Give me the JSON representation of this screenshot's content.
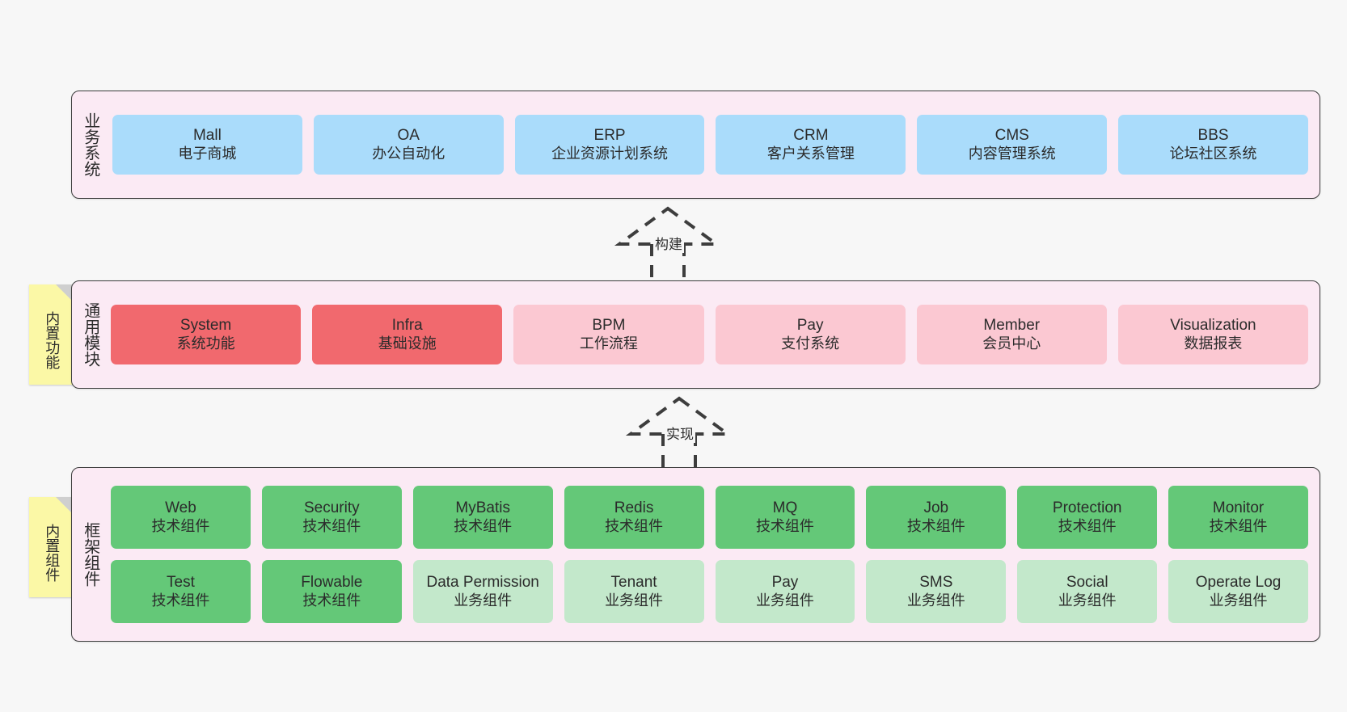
{
  "diagram": {
    "background_color": "#f7f7f7",
    "layer_fill": "#fbeaf4",
    "layer_border": "#3d3d3d",
    "sticky_color": "#fbf8a6"
  },
  "layers": [
    {
      "id": "business",
      "title": "业务系统",
      "rows": [
        [
          {
            "name": "Mall",
            "sub": "电子商城",
            "color": "#aadcfb"
          },
          {
            "name": "OA",
            "sub": "办公自动化",
            "color": "#aadcfb"
          },
          {
            "name": "ERP",
            "sub": "企业资源计划系统",
            "color": "#aadcfb"
          },
          {
            "name": "CRM",
            "sub": "客户关系管理",
            "color": "#aadcfb"
          },
          {
            "name": "CMS",
            "sub": "内容管理系统",
            "color": "#aadcfb"
          },
          {
            "name": "BBS",
            "sub": "论坛社区系统",
            "color": "#aadcfb"
          }
        ]
      ]
    },
    {
      "id": "common",
      "title": "通用模块",
      "sticky": "内置功能",
      "rows": [
        [
          {
            "name": "System",
            "sub": "系统功能",
            "color": "#f1696e"
          },
          {
            "name": "Infra",
            "sub": "基础设施",
            "color": "#f1696e"
          },
          {
            "name": "BPM",
            "sub": "工作流程",
            "color": "#fbc8d2"
          },
          {
            "name": "Pay",
            "sub": "支付系统",
            "color": "#fbc8d2"
          },
          {
            "name": "Member",
            "sub": "会员中心",
            "color": "#fbc8d2"
          },
          {
            "name": "Visualization",
            "sub": "数据报表",
            "color": "#fbc8d2"
          }
        ]
      ]
    },
    {
      "id": "framework",
      "title": "框架组件",
      "sticky": "内置组件",
      "rows": [
        [
          {
            "name": "Web",
            "sub": "技术组件",
            "color": "#64c878"
          },
          {
            "name": "Security",
            "sub": "技术组件",
            "color": "#64c878"
          },
          {
            "name": "MyBatis",
            "sub": "技术组件",
            "color": "#64c878"
          },
          {
            "name": "Redis",
            "sub": "技术组件",
            "color": "#64c878"
          },
          {
            "name": "MQ",
            "sub": "技术组件",
            "color": "#64c878"
          },
          {
            "name": "Job",
            "sub": "技术组件",
            "color": "#64c878"
          },
          {
            "name": "Protection",
            "sub": "技术组件",
            "color": "#64c878"
          },
          {
            "name": "Monitor",
            "sub": "技术组件",
            "color": "#64c878"
          }
        ],
        [
          {
            "name": "Test",
            "sub": "技术组件",
            "color": "#64c878"
          },
          {
            "name": "Flowable",
            "sub": "技术组件",
            "color": "#64c878"
          },
          {
            "name": "Data Permission",
            "sub": "业务组件",
            "color": "#c3e8cb"
          },
          {
            "name": "Tenant",
            "sub": "业务组件",
            "color": "#c3e8cb"
          },
          {
            "name": "Pay",
            "sub": "业务组件",
            "color": "#c3e8cb"
          },
          {
            "name": "SMS",
            "sub": "业务组件",
            "color": "#c3e8cb"
          },
          {
            "name": "Social",
            "sub": "业务组件",
            "color": "#c3e8cb"
          },
          {
            "name": "Operate Log",
            "sub": "业务组件",
            "color": "#c3e8cb"
          }
        ]
      ]
    }
  ],
  "arrows": [
    {
      "id": "build",
      "label": "构建",
      "icon": "dashed-generalization-arrow-up",
      "from": "common",
      "to": "business"
    },
    {
      "id": "implement",
      "label": "实现",
      "icon": "dashed-generalization-arrow-up",
      "from": "framework",
      "to": "common"
    }
  ]
}
